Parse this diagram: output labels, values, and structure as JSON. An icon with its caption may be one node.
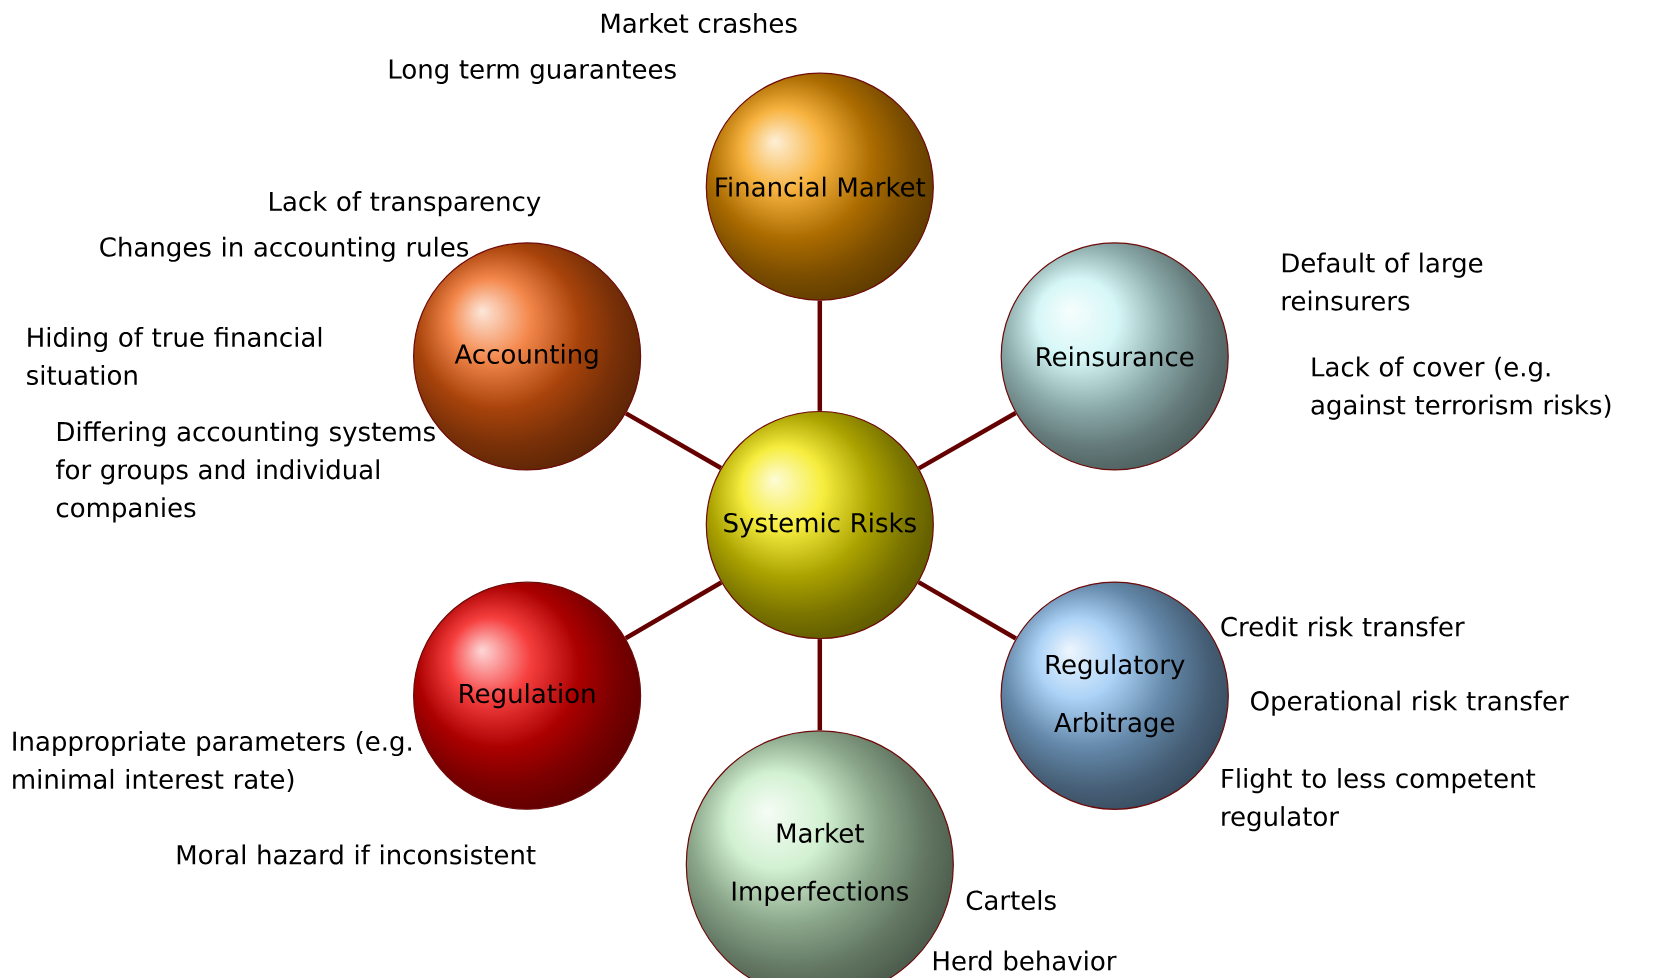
{
  "diagram": {
    "nodes": [
      {
        "text": [
          "Financial Market"
        ],
        "beside": [
          "Market crashes",
          "Long term guarantees"
        ]
      },
      {
        "text": [
          "Accounting"
        ],
        "beside": [
          "Lack of transparency",
          "Changes in accounting rules",
          "Hiding of true financial situation",
          "Differing accounting systems for groups and individual companies"
        ]
      },
      {
        "text": [
          "Reinsurance"
        ],
        "beside": [
          "Default of large reinsurers",
          "Lack of cover (e.g. against terrorism risks)"
        ]
      },
      {
        "text": [
          "Systemic Risks"
        ]
      },
      {
        "text": [
          "Regulation"
        ],
        "beside": [
          "Inappropriate parameters (e.g. minimal interest rate)",
          "Moral hazard if inconsistent"
        ]
      },
      {
        "text": [
          "Regulatory Arbitrage"
        ],
        "beside": [
          "Credit risk transfer",
          "Operational risk transfer",
          "Flight to less competent regulator"
        ]
      },
      {
        "text": [
          "Market Imperfections"
        ],
        "beside": [
          "Cartels",
          "Herd behavior"
        ]
      }
    ],
    "edges": [
      {
        "from": 3,
        "to": 0,
        "arrow": "none"
      },
      {
        "from": 3,
        "to": 1,
        "arrow": "none"
      },
      {
        "from": 3,
        "to": 2,
        "arrow": "none"
      },
      {
        "from": 3,
        "to": 4,
        "arrow": "none"
      },
      {
        "from": 3,
        "to": 5,
        "arrow": "none"
      },
      {
        "from": 3,
        "to": 6,
        "arrow": "none"
      }
    ]
  }
}
